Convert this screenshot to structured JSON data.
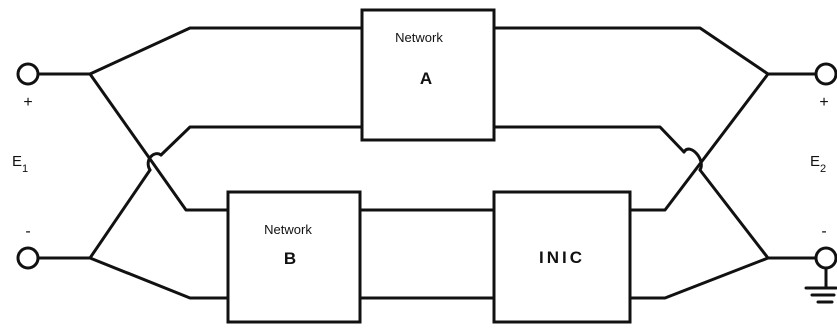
{
  "network_a": {
    "title": "Network",
    "letter": "A"
  },
  "network_b": {
    "title": "Network",
    "letter": "B"
  },
  "inic": {
    "label": "INIC"
  },
  "input_port": {
    "label": "E",
    "subscript": "1",
    "plus": "+",
    "minus": "-"
  },
  "output_port": {
    "label": "E",
    "subscript": "2",
    "plus": "+",
    "minus": "-"
  }
}
